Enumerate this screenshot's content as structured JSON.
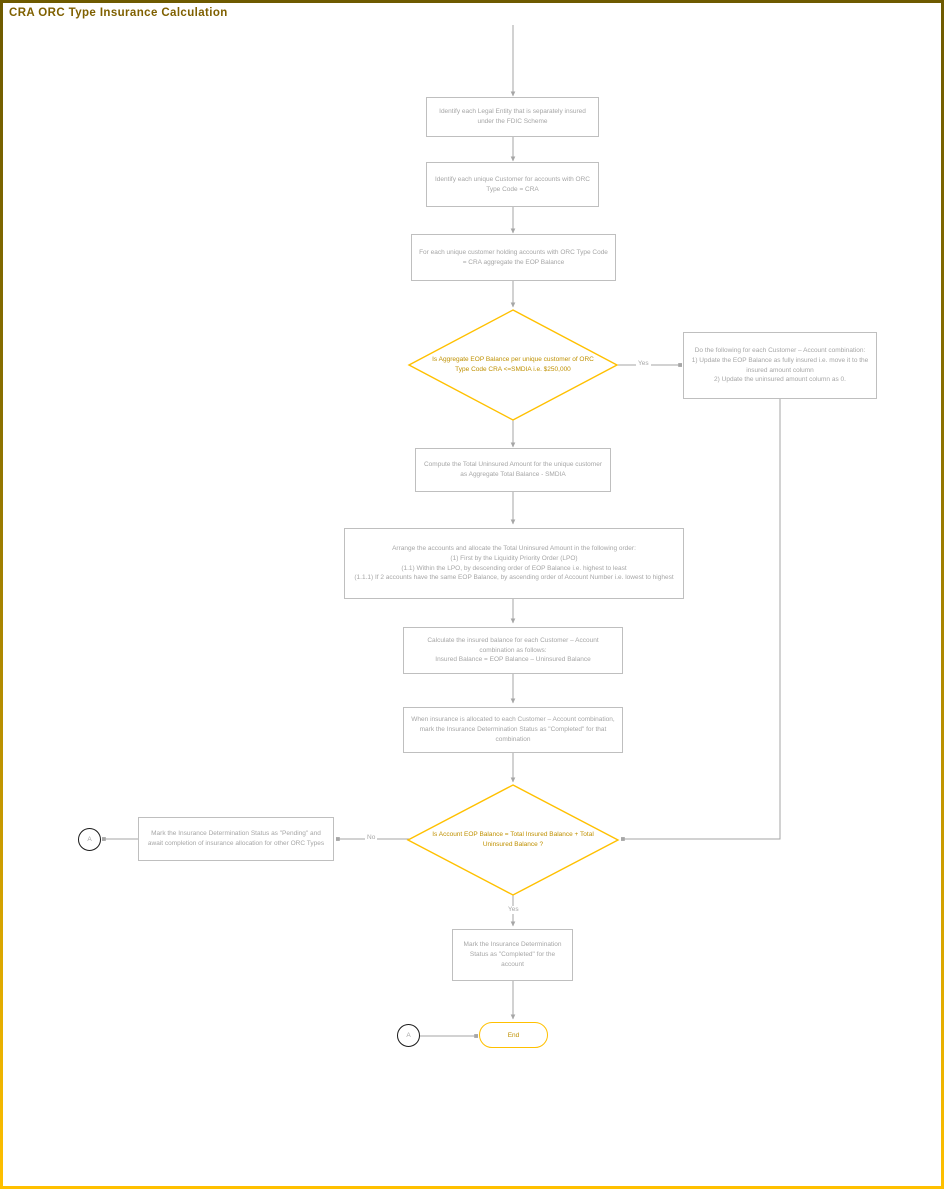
{
  "page": {
    "title": "CRA ORC Type Insurance Calculation"
  },
  "colors": {
    "accent_gold": "#FFC000",
    "accent_dark_gold": "#7F6000",
    "diamond_text": "#BF9000",
    "shape_border": "#BFBFBF",
    "shape_text": "#A6A6A6",
    "connector_line": "#A6A6A6"
  },
  "nodes": {
    "identify_legal_entity": "Identify each Legal Entity that is separately insured under the FDIC Scheme",
    "identify_unique_customer": "Identify each unique Customer for accounts with ORC Type Code = CRA",
    "aggregate_eop_balance": "For each unique customer holding accounts with ORC Type Code = CRA aggregate the EOP Balance",
    "decision_aggregate_vs_smdia": "Is Aggregate EOP Balance per unique customer of ORC Type Code CRA <=SMDIA i.e. $250,000",
    "fully_insured_update": "Do the following for each Customer – Account combination:\n1) Update the EOP Balance as fully insured i.e. move it to the insured amount column\n2) Update the uninsured amount column as 0.",
    "compute_total_uninsured": "Compute the Total Uninsured Amount for the unique customer as Aggregate Total Balance - SMDIA",
    "arrange_accounts": "Arrange the accounts and allocate the Total Uninsured Amount in the following order:\n(1) First by the Liquidity Priority Order (LPO)\n(1.1) Within the LPO, by descending order of EOP Balance i.e. highest to least\n(1.1.1) If 2 accounts have the same EOP Balance, by ascending order of Account Number i.e. lowest to highest",
    "calculate_insured_balance": "Calculate the insured balance for each Customer – Account combination as follows:\nInsured Balance = EOP Balance – Uninsured Balance",
    "mark_completed_combination": "When insurance is allocated to each Customer – Account combination, mark the Insurance Determination Status as \"Completed\" for that combination",
    "decision_balance_check": "Is Account EOP Balance = Total Insured Balance + Total Uninsured Balance ?",
    "mark_pending": "Mark the Insurance Determination Status as \"Pending\" and await completion of insurance allocation for other ORC Types",
    "mark_completed_account": "Mark the Insurance Determination Status as \"Completed\" for the account",
    "end_terminator": "End",
    "offpage_connector_left": "A",
    "offpage_connector_end": "A"
  },
  "labels": {
    "yes_right": "Yes",
    "no_left": "No",
    "yes_down": "Yes"
  }
}
